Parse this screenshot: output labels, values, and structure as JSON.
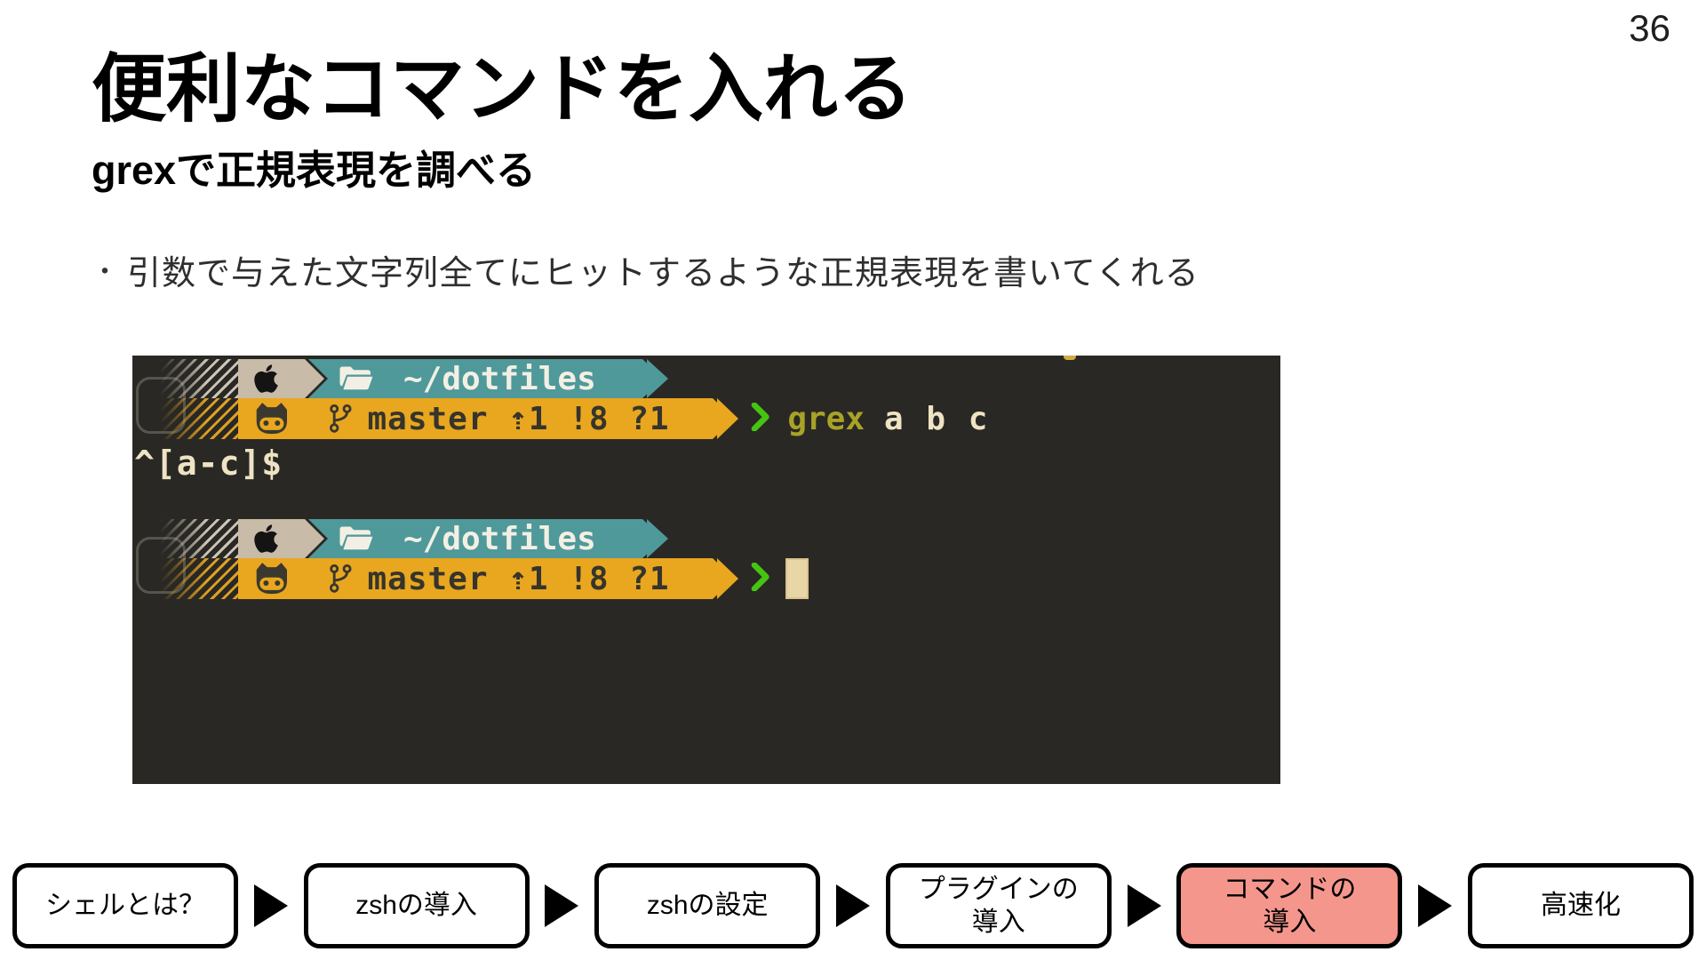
{
  "page_number": "36",
  "header": {
    "title": "便利なコマンドを入れる",
    "subtitle": "grexで正規表現を調べる"
  },
  "bullet": {
    "marker": "・",
    "text": "引数で与えた文字列全てにヒットするような正規表現を書いてくれる"
  },
  "terminal": {
    "colors": {
      "background": "#292825",
      "os_segment": "#c8bba8",
      "path_segment": "#4f999a",
      "git_segment": "#e8a71f",
      "command_text": "#a8a326",
      "argument_text": "#eee3c2",
      "prompt_arrow": "#46c411",
      "cursor": "#e9d6a7"
    },
    "icons": {
      "os": "apple-icon",
      "folder": "folder-icon",
      "git": "octocat-icon",
      "branch": "git-branch-icon",
      "arrow_glyph": "❯"
    },
    "prompt_path": "~/dotfiles",
    "git_status": "master ⇡1 !8 ?1",
    "command_name": "grex",
    "command_args": "a b c",
    "output": "^[a-c]$"
  },
  "nav": {
    "steps": [
      {
        "label": "シェルとは？",
        "active": false
      },
      {
        "label": "zshの導入",
        "active": false
      },
      {
        "label": "zshの設定",
        "active": false
      },
      {
        "label": "プラグインの\n導入",
        "active": false
      },
      {
        "label": "コマンドの\n導入",
        "active": true
      },
      {
        "label": "高速化",
        "active": false
      }
    ]
  }
}
